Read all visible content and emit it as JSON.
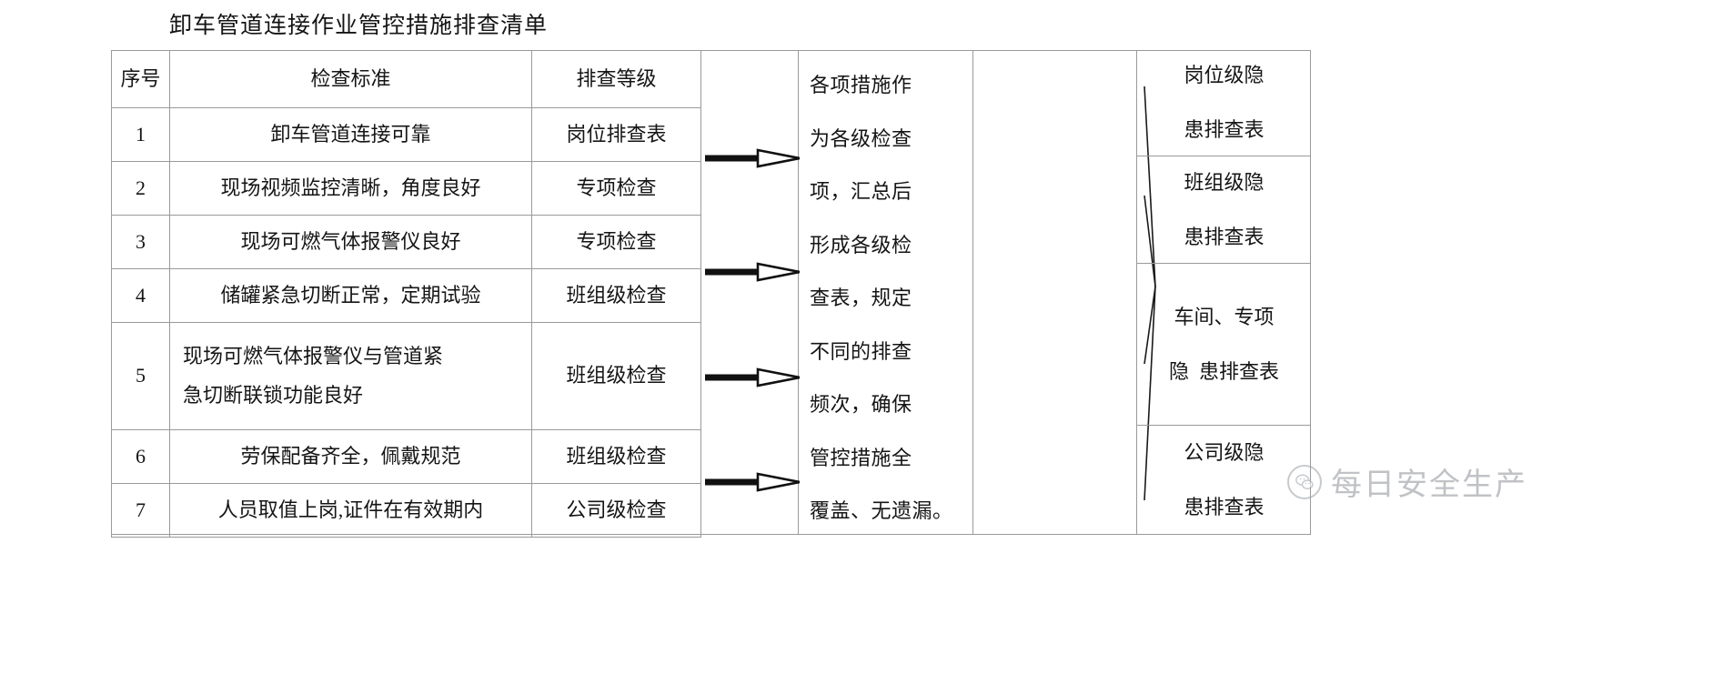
{
  "document": {
    "title": "卸车管道连接作业管控措施排查清单"
  },
  "checklist": {
    "headers": [
      "序号",
      "检查标准",
      "排查等级"
    ],
    "rows": [
      {
        "no": "1",
        "standard": "卸车管道连接可靠",
        "level": "岗位排查表"
      },
      {
        "no": "2",
        "standard": "现场视频监控清晰，角度良好",
        "level": "专项检查"
      },
      {
        "no": "3",
        "standard": "现场可燃气体报警仪良好",
        "level": "专项检查"
      },
      {
        "no": "4",
        "standard": "储罐紧急切断正常，定期试验",
        "level": "班组级检查"
      },
      {
        "no": "5",
        "standard_line1": "现场可燃气体报警仪与管道紧",
        "standard_line2": "急切断联锁功能良好",
        "level": "班组级检查"
      },
      {
        "no": "6",
        "standard": "劳保配备齐全，佩戴规范",
        "level": "班组级检查"
      },
      {
        "no": "7",
        "standard": "人员取值上岗,证件在有效期内",
        "level": "公司级检查"
      }
    ]
  },
  "flow": {
    "arrow_icon_name": "arrow-right-open-head",
    "arrow_count": 4,
    "summary_lines": [
      "各项措施作",
      "为各级检查",
      "项，汇总后",
      "形成各级检",
      "查表，规定",
      "不同的排查",
      "频次，确保",
      "管控措施全",
      "覆盖、无遗漏。"
    ],
    "summary_text": "各项措施作为各级检查项，汇总后形成各级检查表，规定不同的排查频次，确保管控措施全覆盖、无遗漏。"
  },
  "outputs": [
    {
      "line1": "岗位级隐",
      "line2": "患排查表"
    },
    {
      "line1": "班组级隐",
      "line2": "患排查表"
    },
    {
      "line1": "车间、专项",
      "line2": "隐  患排查表"
    },
    {
      "line1": "公司级隐",
      "line2": "患排查表"
    }
  ],
  "watermark": {
    "icon_name": "wechat-icon",
    "text": "每日安全生产"
  },
  "colors": {
    "border": "#9a9a9a",
    "text": "#151515",
    "watermark": "#8d9298"
  }
}
